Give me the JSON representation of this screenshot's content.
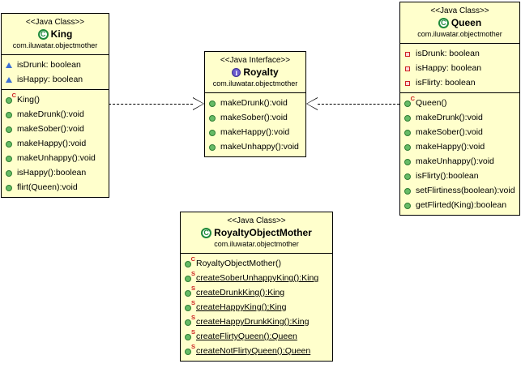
{
  "diagram": {
    "type": "uml-class-diagram",
    "background": "#ffffff",
    "box_fill": "#ffffcc",
    "box_border": "#000000",
    "package": "com.iluwatar.objectmother"
  },
  "classes": {
    "king": {
      "stereotype": "<<Java Class>>",
      "name": "King",
      "package": "com.iluwatar.objectmother",
      "fields": [
        {
          "label": "isDrunk: boolean",
          "visibility": "package"
        },
        {
          "label": "isHappy: boolean",
          "visibility": "package"
        }
      ],
      "methods": [
        {
          "label": "King()",
          "kind": "constructor"
        },
        {
          "label": "makeDrunk():void",
          "kind": "method"
        },
        {
          "label": "makeSober():void",
          "kind": "method"
        },
        {
          "label": "makeHappy():void",
          "kind": "method"
        },
        {
          "label": "makeUnhappy():void",
          "kind": "method"
        },
        {
          "label": "isHappy():boolean",
          "kind": "method"
        },
        {
          "label": "flirt(Queen):void",
          "kind": "method"
        }
      ]
    },
    "royalty": {
      "stereotype": "<<Java Interface>>",
      "name": "Royalty",
      "package": "com.iluwatar.objectmother",
      "methods": [
        {
          "label": "makeDrunk():void",
          "kind": "method"
        },
        {
          "label": "makeSober():void",
          "kind": "method"
        },
        {
          "label": "makeHappy():void",
          "kind": "method"
        },
        {
          "label": "makeUnhappy():void",
          "kind": "method"
        }
      ]
    },
    "queen": {
      "stereotype": "<<Java Class>>",
      "name": "Queen",
      "package": "com.iluwatar.objectmother",
      "fields": [
        {
          "label": "isDrunk: boolean",
          "visibility": "private"
        },
        {
          "label": "isHappy: boolean",
          "visibility": "private"
        },
        {
          "label": "isFlirty: boolean",
          "visibility": "private"
        }
      ],
      "methods": [
        {
          "label": "Queen()",
          "kind": "constructor"
        },
        {
          "label": "makeDrunk():void",
          "kind": "method"
        },
        {
          "label": "makeSober():void",
          "kind": "method"
        },
        {
          "label": "makeHappy():void",
          "kind": "method"
        },
        {
          "label": "makeUnhappy():void",
          "kind": "method"
        },
        {
          "label": "isFlirty():boolean",
          "kind": "method"
        },
        {
          "label": "setFlirtiness(boolean):void",
          "kind": "method"
        },
        {
          "label": "getFlirted(King):boolean",
          "kind": "method"
        }
      ]
    },
    "royalty_object_mother": {
      "stereotype": "<<Java Class>>",
      "name": "RoyaltyObjectMother",
      "package": "com.iluwatar.objectmother",
      "methods": [
        {
          "label": "RoyaltyObjectMother()",
          "kind": "constructor"
        },
        {
          "label": "createSoberUnhappyKing():King",
          "kind": "static-method"
        },
        {
          "label": "createDrunkKing():King",
          "kind": "static-method"
        },
        {
          "label": "createHappyKing():King",
          "kind": "static-method"
        },
        {
          "label": "createHappyDrunkKing():King",
          "kind": "static-method"
        },
        {
          "label": "createFlirtyQueen():Queen",
          "kind": "static-method"
        },
        {
          "label": "createNotFlirtyQueen():Queen",
          "kind": "static-method"
        }
      ]
    }
  },
  "connectors": [
    {
      "from": "King",
      "to": "Royalty",
      "type": "realization",
      "style": "dashed",
      "arrow": "hollow-triangle"
    },
    {
      "from": "Queen",
      "to": "Royalty",
      "type": "realization",
      "style": "dashed",
      "arrow": "hollow-triangle"
    }
  ],
  "badges": {
    "constructor": "C",
    "static": "S"
  }
}
